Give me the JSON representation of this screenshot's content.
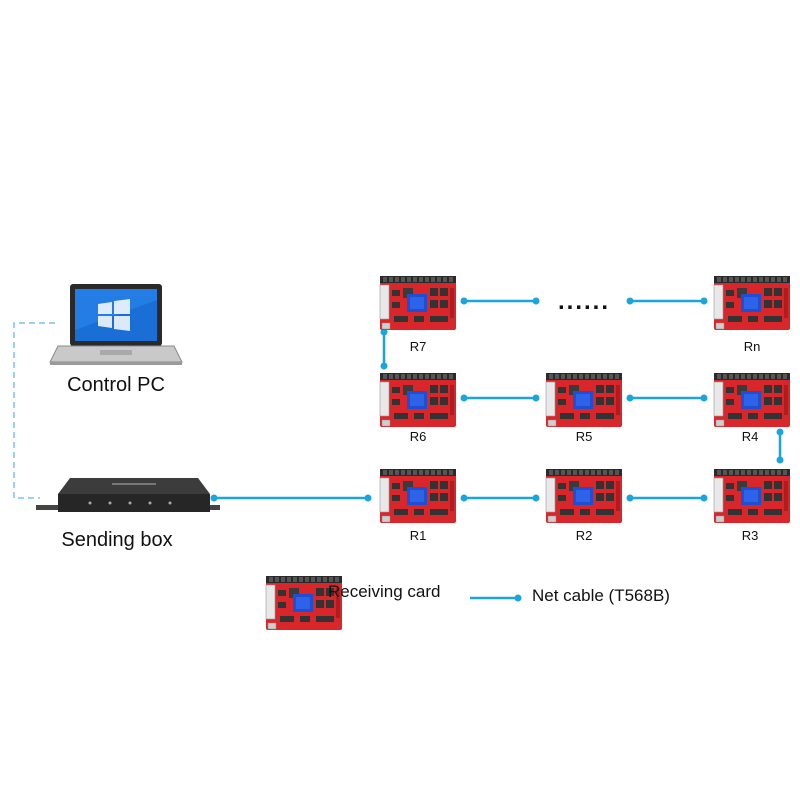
{
  "devices": {
    "control_pc": "Control PC",
    "sending_box": "Sending box"
  },
  "cards": {
    "r1": "R1",
    "r2": "R2",
    "r3": "R3",
    "r4": "R4",
    "r5": "R5",
    "r6": "R6",
    "r7": "R7",
    "rn": "Rn"
  },
  "ellipsis": "......",
  "legend": {
    "card_label": "Receiving card",
    "cable_label": "Net cable (T568B)"
  },
  "colors": {
    "cable": "#1aa6dc",
    "dashed_link": "#7ec3e6",
    "card_red": "#d8262a",
    "card_chip": "#1f4fd1",
    "box_dark": "#2b2b2b",
    "laptop_screen": "#1a6fd6"
  }
}
